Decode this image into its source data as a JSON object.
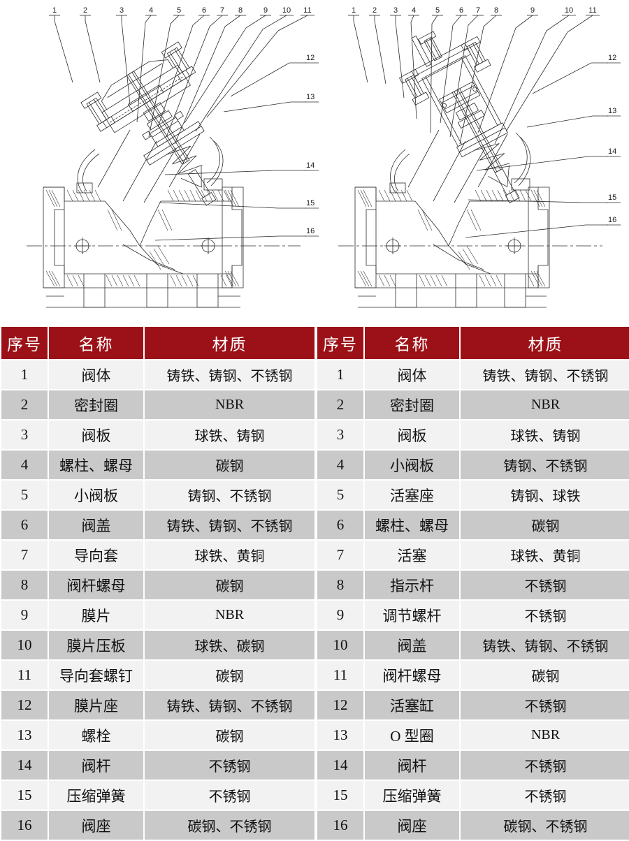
{
  "diagram": {
    "title_hidden": "",
    "left_drawing": {
      "name": "diaphragm-type-control-valve-section",
      "top_callouts": [
        "1",
        "2",
        "3",
        "4",
        "5",
        "6",
        "7",
        "8",
        "9",
        "10",
        "11"
      ],
      "side_callouts": [
        "12",
        "13",
        "14",
        "15",
        "16"
      ]
    },
    "right_drawing": {
      "name": "piston-type-control-valve-section",
      "top_callouts": [
        "1",
        "2",
        "3",
        "4",
        "5",
        "6",
        "7",
        "8",
        "9",
        "10",
        "11"
      ],
      "side_callouts": [
        "12",
        "13",
        "14",
        "15",
        "16"
      ]
    }
  },
  "colors": {
    "header_bg": "#9c1117",
    "header_text": "#ffffff",
    "row_odd": "#f2f2f2",
    "row_even": "#c9c9c9",
    "grid": "#ffffff",
    "text": "#111111"
  },
  "tables": [
    {
      "name": "parts-table-left",
      "headers": [
        "序号",
        "名称",
        "材质"
      ],
      "rows": [
        [
          "1",
          "阀体",
          "铸铁、铸钢、不锈钢"
        ],
        [
          "2",
          "密封圈",
          "NBR"
        ],
        [
          "3",
          "阀板",
          "球铁、铸钢"
        ],
        [
          "4",
          "螺柱、螺母",
          "碳钢"
        ],
        [
          "5",
          "小阀板",
          "铸钢、不锈钢"
        ],
        [
          "6",
          "阀盖",
          "铸铁、铸钢、不锈钢"
        ],
        [
          "7",
          "导向套",
          "球铁、黄铜"
        ],
        [
          "8",
          "阀杆螺母",
          "碳钢"
        ],
        [
          "9",
          "膜片",
          "NBR"
        ],
        [
          "10",
          "膜片压板",
          "球铁、碳钢"
        ],
        [
          "11",
          "导向套螺钉",
          "碳钢"
        ],
        [
          "12",
          "膜片座",
          "铸铁、铸钢、不锈钢"
        ],
        [
          "13",
          "螺栓",
          "碳钢"
        ],
        [
          "14",
          "阀杆",
          "不锈钢"
        ],
        [
          "15",
          "压缩弹簧",
          "不锈钢"
        ],
        [
          "16",
          "阀座",
          "碳钢、不锈钢"
        ]
      ]
    },
    {
      "name": "parts-table-right",
      "headers": [
        "序号",
        "名称",
        "材质"
      ],
      "rows": [
        [
          "1",
          "阀体",
          "铸铁、铸钢、不锈钢"
        ],
        [
          "2",
          "密封圈",
          "NBR"
        ],
        [
          "3",
          "阀板",
          "球铁、铸钢"
        ],
        [
          "4",
          "小阀板",
          "铸钢、不锈钢"
        ],
        [
          "5",
          "活塞座",
          "铸钢、球铁"
        ],
        [
          "6",
          "螺柱、螺母",
          "碳钢"
        ],
        [
          "7",
          "活塞",
          "球铁、黄铜"
        ],
        [
          "8",
          "指示杆",
          "不锈钢"
        ],
        [
          "9",
          "调节螺杆",
          "不锈钢"
        ],
        [
          "10",
          "阀盖",
          "铸铁、铸钢、不锈钢"
        ],
        [
          "11",
          "阀杆螺母",
          "碳钢"
        ],
        [
          "12",
          "活塞缸",
          "不锈钢"
        ],
        [
          "13",
          "O 型圈",
          "NBR"
        ],
        [
          "14",
          "阀杆",
          "不锈钢"
        ],
        [
          "15",
          "压缩弹簧",
          "不锈钢"
        ],
        [
          "16",
          "阀座",
          "碳钢、不锈钢"
        ]
      ]
    }
  ]
}
